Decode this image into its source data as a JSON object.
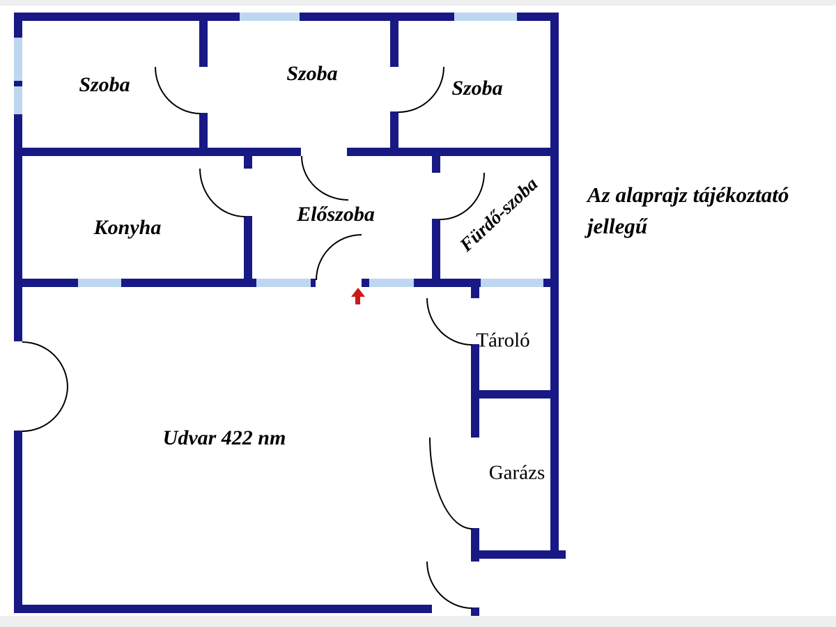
{
  "floorplan": {
    "colors": {
      "wall": "#191985",
      "window": "#bdd7f0",
      "door_line": "#000000",
      "arrow": "#cc1a1a"
    },
    "rooms": {
      "szoba_left": {
        "label": "Szoba"
      },
      "szoba_middle": {
        "label": "Szoba"
      },
      "szoba_right": {
        "label": "Szoba"
      },
      "konyha": {
        "label": "Konyha"
      },
      "eloszoba": {
        "label": "Előszoba"
      },
      "furdo_szoba": {
        "label": "Fürdő-szoba"
      },
      "tarolo": {
        "label": "Tároló"
      },
      "garazs": {
        "label": "Garázs"
      },
      "udvar": {
        "label": "Udvar 422 nm"
      }
    },
    "note": {
      "line1": "Az alaprajz tájékoztató",
      "line2": "jellegű"
    }
  }
}
